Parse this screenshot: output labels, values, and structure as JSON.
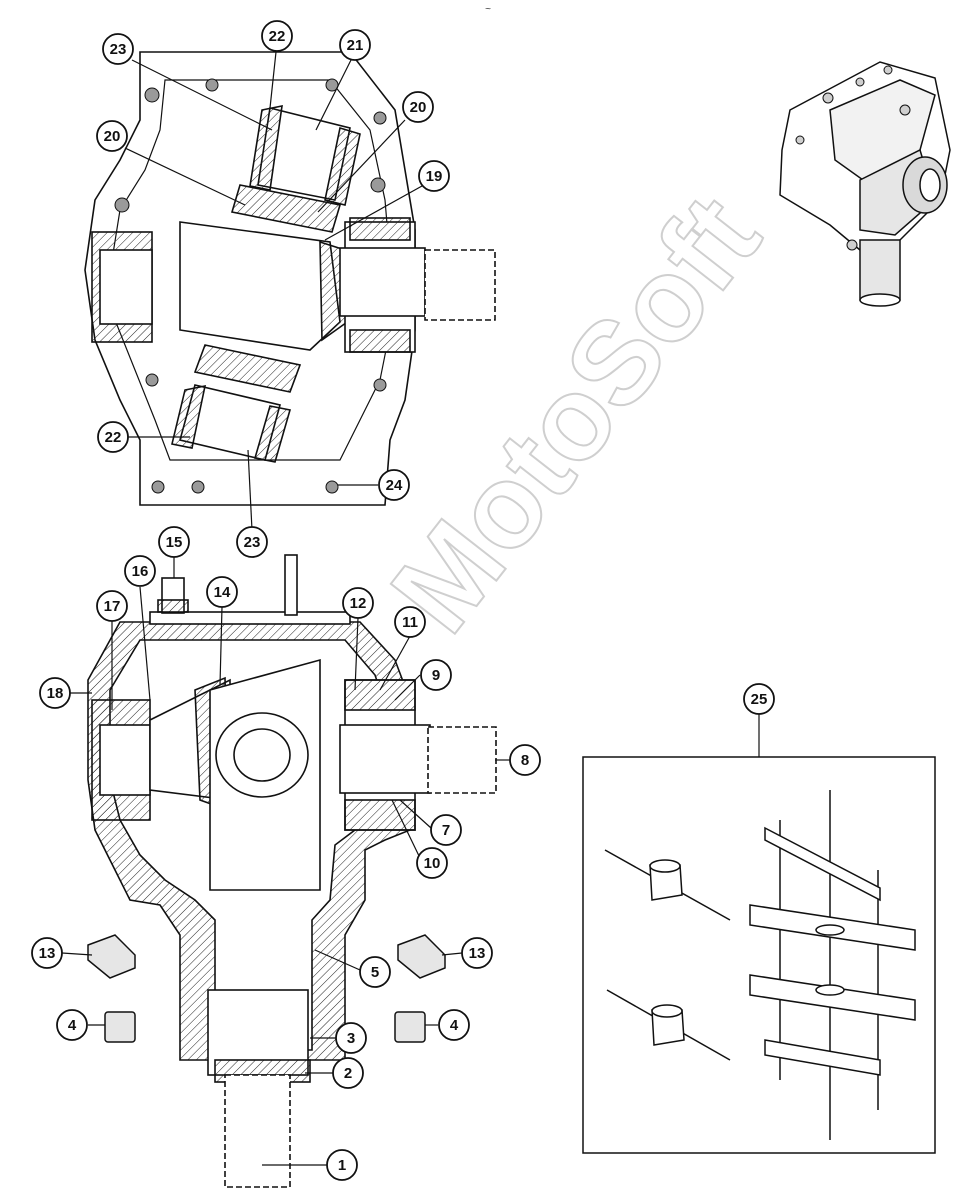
{
  "header_mark": "~",
  "watermark": "MotoSoft",
  "callouts": {
    "c1": "1",
    "c2": "2",
    "c3": "3",
    "c4a": "4",
    "c4b": "4",
    "c5": "5",
    "c7": "7",
    "c8": "8",
    "c9": "9",
    "c10": "10",
    "c11": "11",
    "c12": "12",
    "c13a": "13",
    "c13b": "13",
    "c14": "14",
    "c15": "15",
    "c16": "16",
    "c17": "17",
    "c18": "18",
    "c19": "19",
    "c20a": "20",
    "c20b": "20",
    "c21": "21",
    "c22a": "22",
    "c22b": "22",
    "c23a": "23",
    "c23b": "23",
    "c24": "24",
    "c25": "25"
  },
  "colors": {
    "line": "#111111",
    "fill_light": "#f2f2f2",
    "fill_mid": "#d9d9d9",
    "watermark": "#cfcfcf"
  }
}
